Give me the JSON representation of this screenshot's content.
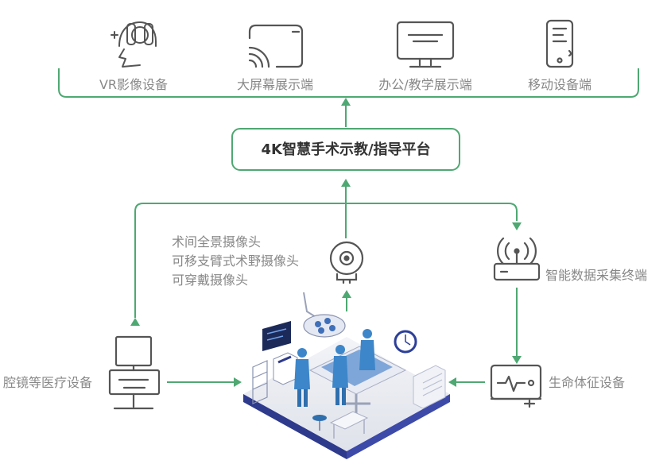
{
  "colors": {
    "accent": "#4ea872",
    "icon": "#555555",
    "text": "#888888",
    "title": "#333333"
  },
  "devices": [
    {
      "label": "VR影像设备",
      "icon": "vr-headset-icon"
    },
    {
      "label": "大屏幕展示端",
      "icon": "cast-screen-icon"
    },
    {
      "label": "办公/教学展示端",
      "icon": "monitor-icon"
    },
    {
      "label": "移动设备端",
      "icon": "mobile-phone-icon"
    }
  ],
  "platform": {
    "title": "4K智慧手术示教/指导平台"
  },
  "cameras": {
    "icon": "webcam-icon",
    "lines": [
      "术间全景摄像头",
      "可移支臂式术野摄像头",
      "可穿戴摄像头"
    ]
  },
  "terminal": {
    "label": "智能数据采集终端",
    "icon": "router-icon"
  },
  "endoscope": {
    "label": "腔镜等医疗设备",
    "icon": "endoscope-cart-icon"
  },
  "vitals": {
    "label": "生命体征设备",
    "icon": "vital-monitor-icon"
  },
  "operating_room": {
    "icon": "operating-room-illustration"
  }
}
